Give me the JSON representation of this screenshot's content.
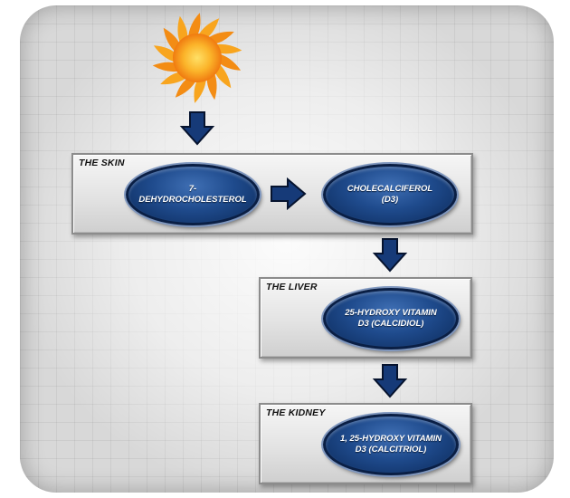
{
  "diagram": {
    "stages": [
      {
        "label": "THE SKIN",
        "nodes": [
          "7-DEHYDROCHOLESTEROL",
          "CHOLECALCIFEROL (D3)"
        ]
      },
      {
        "label": "THE LIVER",
        "nodes": [
          "25-HYDROXY VITAMIN D3 (CALCIDIOL)"
        ]
      },
      {
        "label": "THE KIDNEY",
        "nodes": [
          "1, 25-HYDROXY VITAMIN D3 (CALCITRIOL)"
        ]
      }
    ]
  },
  "colors": {
    "node_fill": "#1f4b8d",
    "node_border": "#0a1f45",
    "arrow": "#163a78",
    "sun": "#f7a21b"
  },
  "icons": {
    "source": "sun-icon",
    "flow": "arrow-icon"
  }
}
